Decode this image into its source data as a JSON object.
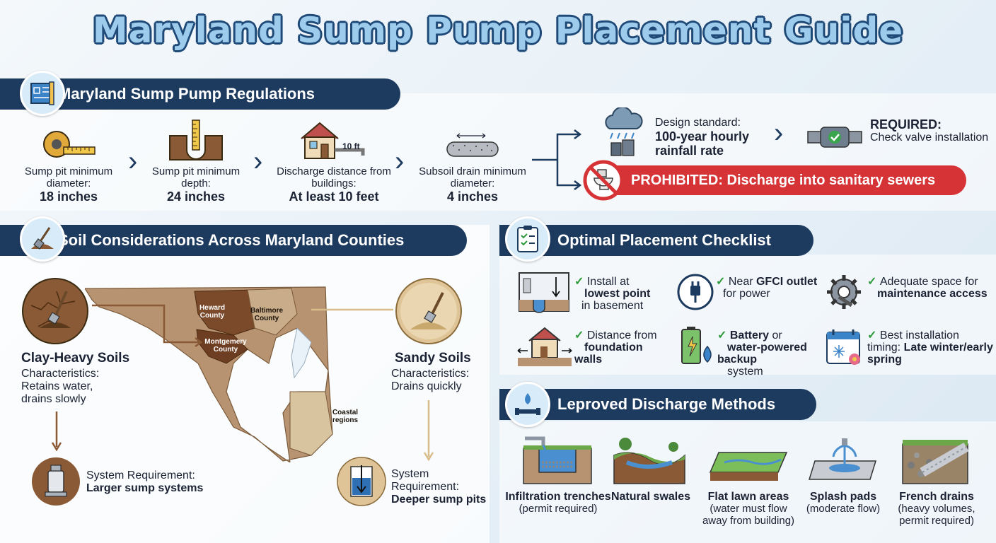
{
  "title": "Maryland Sump Pump Placement Guide",
  "regulations": {
    "header": "Maryland Sump Pump Regulations",
    "items": [
      {
        "label": "Sump pit minimum diameter:",
        "value": "18 inches"
      },
      {
        "label": "Sump pit minimum depth:",
        "value": "24 inches"
      },
      {
        "label": "Discharge distance from buildings:",
        "value": "At least 10 feet",
        "tag": "10 ft"
      },
      {
        "label": "Subsoil drain minimum diameter:",
        "value": "4 inches"
      }
    ],
    "design": {
      "label": "Design standard:",
      "value": "100-year hourly rainfall rate"
    },
    "required": {
      "label": "REQUIRED:",
      "value": "Check valve installation"
    },
    "prohibited": "PROHIBITED: Discharge into sanitary sewers"
  },
  "soil": {
    "header": "Soil Considerations Across Maryland Counties",
    "clay": {
      "title": "Clay-Heavy Soils",
      "characteristics": "Characteristics:",
      "desc": "Retains water, drains slowly",
      "req_label": "System Requirement:",
      "req_value": "Larger sump systems"
    },
    "sandy": {
      "title": "Sandy Soils",
      "characteristics": "Characteristics:",
      "desc": "Drains quickly",
      "req_label": "System Requirement:",
      "req_value": "Deeper sump pits"
    },
    "counties": {
      "howard": "Heward County",
      "baltimore": "Baltimore County",
      "montgomery": "Montgemery County",
      "coastal": "Coastal regions"
    }
  },
  "checklist": {
    "header": "Optimal Placement Checklist",
    "items": [
      {
        "pre": "Install at ",
        "bold": "lowest point",
        "post": " in basement"
      },
      {
        "pre": "Near ",
        "bold": "GFCI outlet",
        "post": " for power"
      },
      {
        "pre": "Adequate space for ",
        "bold": "maintenance access",
        "post": ""
      },
      {
        "pre": "Distance from ",
        "bold": "foundation walls",
        "post": ""
      },
      {
        "pre": "",
        "bold": "Battery",
        "post": " or ",
        "bold2": "water-powered backup",
        "post2": " system"
      },
      {
        "pre": "Best installation timing: ",
        "bold": "Late winter/early spring",
        "post": ""
      }
    ]
  },
  "discharge": {
    "header": "Leproved Discharge Methods",
    "methods": [
      {
        "name": "Infiltration trenches",
        "note": "(permit required)"
      },
      {
        "name": "Natural swales",
        "note": ""
      },
      {
        "name": "Flat lawn areas",
        "note": "(water must flow away from building)"
      },
      {
        "name": "Splash pads",
        "note": "(moderate flow)"
      },
      {
        "name": "French drains",
        "note": "(heavy volumes, permit required)"
      }
    ]
  },
  "colors": {
    "navy": "#1d3a5f",
    "red": "#d63336",
    "brown": "#8a5a36",
    "sand": "#d8bd8a"
  }
}
